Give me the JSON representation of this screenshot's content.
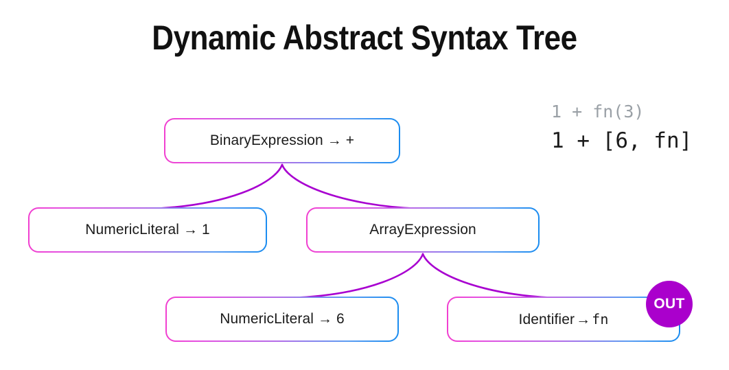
{
  "page": {
    "title": "Dynamic Abstract Syntax Tree",
    "background": "#ffffff"
  },
  "code": {
    "previous": "1 + fn(3)",
    "current": "1 + [6, fn]",
    "previous_color": "#9aa0a6",
    "current_color": "#1b1b1b"
  },
  "colors": {
    "node_border_start": "#f13fd0",
    "node_border_end": "#1a8cf0",
    "connector": "#a800d0",
    "badge": "#aa00cc",
    "text": "#1b1b1b"
  },
  "tree": {
    "nodes": [
      {
        "id": "binary-expression",
        "type": "BinaryExpression",
        "arrow": "→",
        "value": "+",
        "value_mono": false,
        "label": "BinaryExpression → +"
      },
      {
        "id": "numeric-literal-1",
        "type": "NumericLiteral",
        "arrow": "→",
        "value": "1",
        "value_mono": false,
        "label": "NumericLiteral → 1"
      },
      {
        "id": "array-expression",
        "type": "ArrayExpression",
        "arrow": "",
        "value": "",
        "value_mono": false,
        "label": "ArrayExpression"
      },
      {
        "id": "numeric-literal-6",
        "type": "NumericLiteral",
        "arrow": "→",
        "value": "6",
        "value_mono": false,
        "label": "NumericLiteral → 6"
      },
      {
        "id": "identifier-fn",
        "type": "Identifier",
        "arrow": "→",
        "value": "fn",
        "value_mono": true,
        "label": "Identifier → fn"
      }
    ],
    "edges": [
      {
        "from": "binary-expression",
        "to": "numeric-literal-1"
      },
      {
        "from": "binary-expression",
        "to": "array-expression"
      },
      {
        "from": "array-expression",
        "to": "numeric-literal-6"
      },
      {
        "from": "array-expression",
        "to": "identifier-fn"
      }
    ]
  },
  "badge": {
    "label": "OUT"
  }
}
